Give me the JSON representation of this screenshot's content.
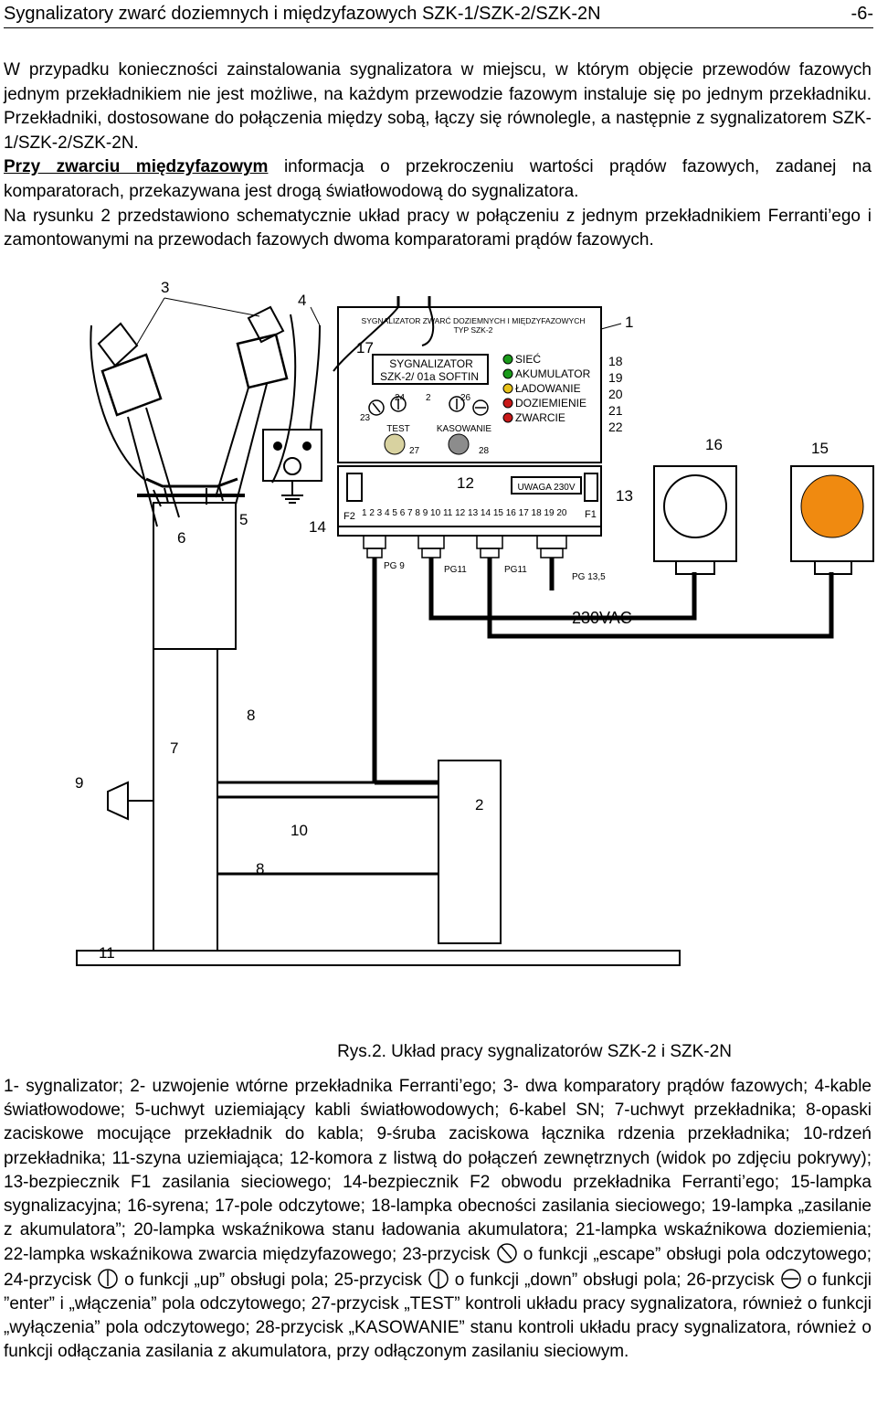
{
  "header": {
    "title": "Sygnalizatory zwarć doziemnych i międzyfazowych SZK-1/SZK-2/SZK-2N",
    "page": "-6-"
  },
  "intro": {
    "p1": "W przypadku konieczności zainstalowania sygnalizatora w miejscu, w którym objęcie przewodów fazowych jednym przekładnikiem nie jest możliwe, na każdym przewodzie fazowym instaluje się po jednym przekładniku. Przekładniki, dostosowane do połączenia między sobą, łączy się równolegle, a następnie z sygnalizatorem SZK-1/SZK-2/SZK-2N.",
    "p2_em": "Przy zwarciu międzyfazowym",
    "p2_rest": " informacja o przekroczeniu wartości prądów fazowych, zadanej na komparatorach, przekazywana jest drogą światłowodową do sygnalizatora.",
    "p3": "Na rysunku 2 przedstawiono schematycznie układ pracy w połączeniu z jednym przekładnikiem Ferranti’ego i zamontowanymi na przewodach fazowych dwoma komparatorami prądów fazowych."
  },
  "figure": {
    "device_header_1": "SYGNALIZATOR ZWARĆ DOZIEMNYCH I MIĘDZYFAZOWYCH",
    "device_header_2": "TYP SZK-2",
    "display_line1": "SYGNALIZATOR",
    "display_line2": "SZK-2/ 01a    SOFTIN",
    "test_label": "TEST",
    "reset_label": "KASOWANIE",
    "lamps": [
      {
        "label": "SIEĆ",
        "color": "#1a9a1a"
      },
      {
        "label": "AKUMULATOR",
        "color": "#1a9a1a"
      },
      {
        "label": "ŁADOWANIE",
        "color": "#e8c21a"
      },
      {
        "label": "DOZIEMIENIE",
        "color": "#c81a1a"
      },
      {
        "label": "ZWARCIE",
        "color": "#c81a1a"
      }
    ],
    "terminals": "1 2 3 4 5 6 7 8 9 10 11 12 13 14 15 16 17 18 19 20",
    "fuse_f2": "F2",
    "fuse_f1": "F1",
    "warning": "UWAGA 230V",
    "glands": [
      "PG 9",
      "PG11",
      "PG11",
      "PG 13,5"
    ],
    "supply": "230VAC",
    "numbers": {
      "n1": "1",
      "n2": "2",
      "n3": "3",
      "n4": "4",
      "n5": "5",
      "n6": "6",
      "n7": "7",
      "n8a": "8",
      "n8b": "8",
      "n9": "9",
      "n10": "10",
      "n11": "11",
      "n12": "12",
      "n13": "13",
      "n14": "14",
      "n15": "15",
      "n16": "16",
      "n17": "17",
      "n18": "18",
      "n19": "19",
      "n20": "20",
      "n21": "21",
      "n22": "22",
      "n23": "23",
      "n24": "24",
      "n25": "2",
      "n26": "26",
      "n27": "27",
      "n28": "28"
    },
    "colors": {
      "amber_lamp": "#f08a10",
      "line": "#000000"
    }
  },
  "caption": "Rys.2. Układ pracy sygnalizatorów SZK-2 i SZK-2N",
  "legend": {
    "a": "1- sygnalizator; 2- uzwojenie wtórne przekładnika Ferranti’ego; 3- dwa komparatory prądów fazowych; 4-kable światłowodowe; 5-uchwyt uziemiający kabli światłowodowych; 6-kabel SN; 7-uchwyt przekładnika; 8-opaski zaciskowe mocujące przekładnik do kabla; 9-śruba zaciskowa łącznika rdzenia przekładnika; 10-rdzeń przekładnika; 11-szyna uziemiająca; 12-komora z listwą do połączeń zewnętrznych (widok po zdjęciu pokrywy); 13-bezpiecznik F1 zasilania sieciowego; 14-bezpiecznik F2 obwodu przekładnika Ferranti’ego; 15-lampka sygnalizacyjna; 16-syrena; 17-pole odczytowe; 18-lampka obecności zasilania sieciowego; 19-lampka „zasilanie z akumulatora”; 20-lampka wskaźnikowa stanu ładowania akumulatora; 21-lampka wskaźnikowa doziemienia; 22-lampka wskaźnikowa zwarcia międzyfazowego; 23-przycisk",
    "b": " o funkcji „escape” obsługi pola odczytowego; 24-przycisk",
    "c": " o funkcji „up” obsługi pola; 25-przycisk",
    "d": " o funkcji „down” obsługi pola; 26-przycisk",
    "e": " o funkcji ”enter” i „włączenia” pola odczytowego; 27-przycisk „TEST” kontroli układu pracy sygnalizatora, również o funkcji „wyłączenia” pola odczytowego; 28-przycisk „KASOWANIE” stanu kontroli układu pracy sygnalizatora, również o funkcji odłączania zasilania z akumulatora, przy odłączonym zasilaniu sieciowym."
  }
}
